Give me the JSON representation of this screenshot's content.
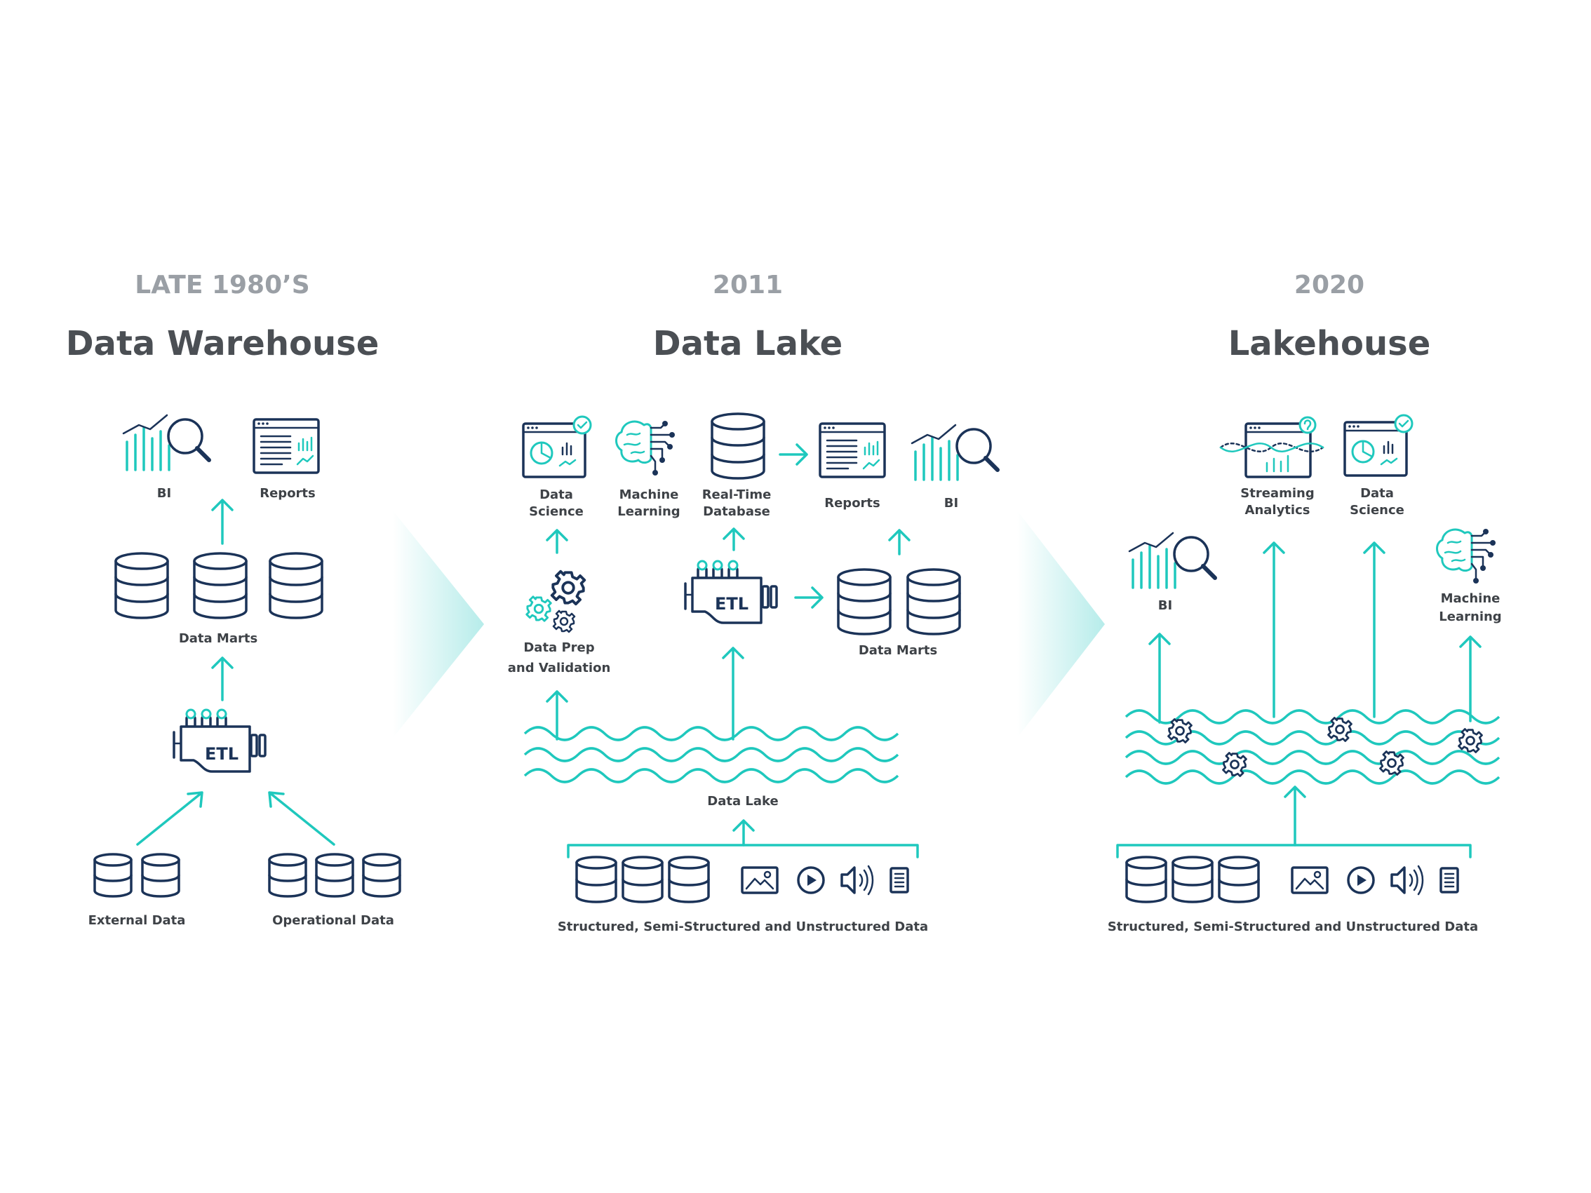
{
  "colors": {
    "teal": "#1fc8bd",
    "navy": "#1b3358",
    "grey": "#9a9fa5",
    "title": "#4b4f54"
  },
  "warehouse": {
    "era": "LATE 1980’S",
    "title": "Data Warehouse",
    "bi": "BI",
    "reports": "Reports",
    "data_marts": "Data Marts",
    "etl": "ETL",
    "external_data": "External Data",
    "operational_data": "Operational Data"
  },
  "lake": {
    "era": "2011",
    "title": "Data Lake",
    "data_science": [
      "Data",
      "Science"
    ],
    "machine_learning": [
      "Machine",
      "Learning"
    ],
    "real_time_db": [
      "Real-Time",
      "Database"
    ],
    "reports": "Reports",
    "bi": "BI",
    "data_prep": [
      "Data Prep",
      "and Validation"
    ],
    "etl": "ETL",
    "data_marts": "Data Marts",
    "data_lake": "Data Lake",
    "sources": "Structured, Semi-Structured and Unstructured Data"
  },
  "lakehouse": {
    "era": "2020",
    "title": "Lakehouse",
    "streaming": [
      "Streaming",
      "Analytics"
    ],
    "data_science": [
      "Data",
      "Science"
    ],
    "bi": "BI",
    "machine_learning": [
      "Machine",
      "Learning"
    ],
    "sources": "Structured, Semi-Structured and Unstructured Data"
  },
  "icons": [
    "bi-chart-icon",
    "report-icon",
    "database-icon",
    "etl-machine-icon",
    "brain-icon",
    "gear-icon",
    "image-icon",
    "play-icon",
    "audio-icon",
    "document-icon"
  ]
}
